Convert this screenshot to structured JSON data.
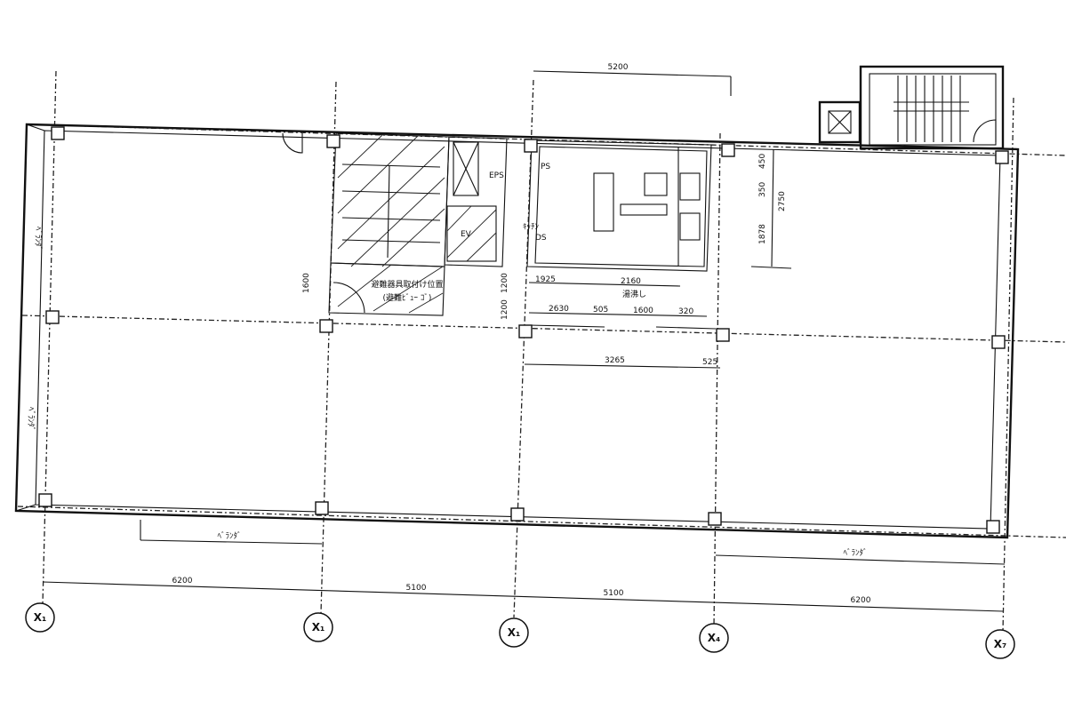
{
  "plan": {
    "grid_labels": [
      "X₁",
      "X₁",
      "X₁",
      "X₄",
      "X₇"
    ],
    "bottom_dims": [
      "6200",
      "5100",
      "5100",
      "6200"
    ],
    "top_dims": [
      "5200"
    ],
    "balcony_labels": [
      "ﾍﾞﾗﾝﾀﾞ",
      "ﾍﾞﾗﾝﾀﾞ",
      "ﾍﾞﾗﾝﾀﾞ",
      "ﾍﾞﾗﾝﾀﾞ"
    ],
    "stair_note_line1": "避難器具取付け位置",
    "stair_note_line2": "(避難ﾋﾞｭｰ ｺﾞ)",
    "room_labels": {
      "eps": "EPS",
      "ev": "EV",
      "ps": "PS",
      "ds": "DS",
      "kitchen": "ｷｯﾁﾝ",
      "wc": "湯沸し"
    },
    "core_dims": [
      "1600",
      "1200",
      "1925",
      "2160",
      "1200",
      "2630",
      "505",
      "1600",
      "320",
      "3265",
      "525"
    ],
    "right_dims": [
      "450",
      "350",
      "1878",
      "2750"
    ]
  }
}
